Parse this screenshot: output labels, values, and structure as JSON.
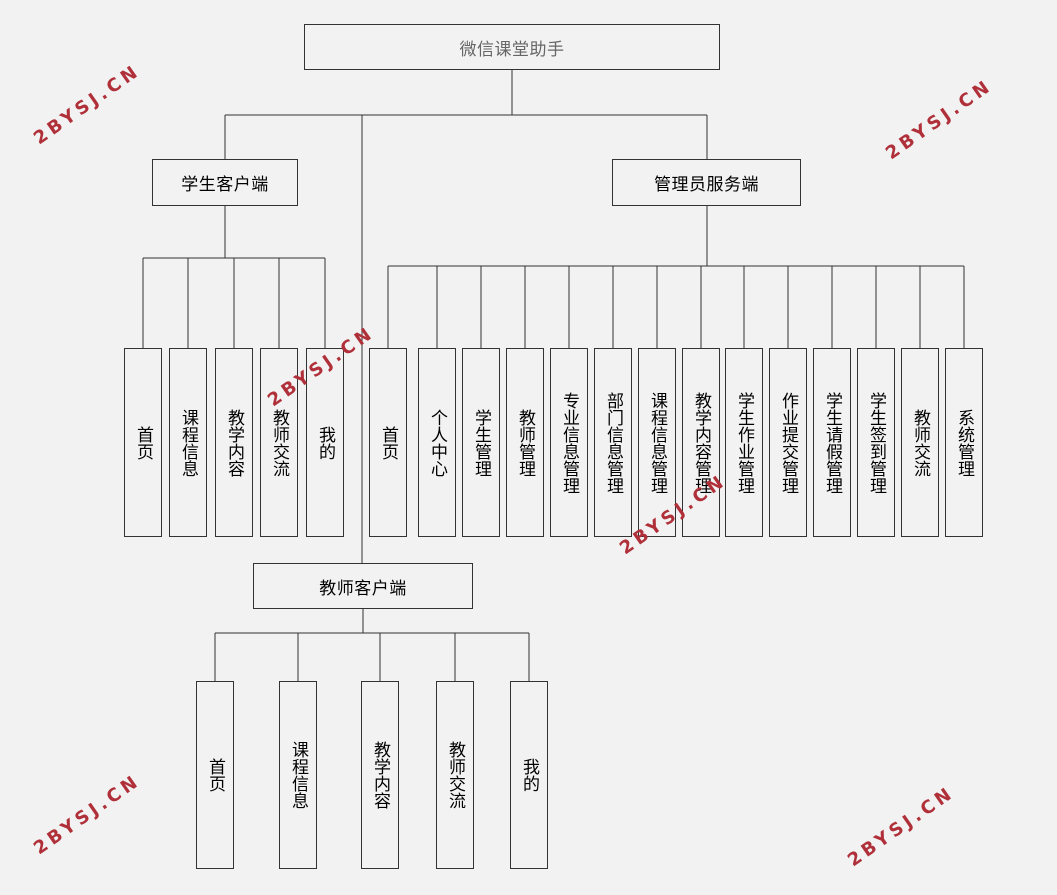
{
  "root": "微信课堂助手",
  "student": {
    "title": "学生客户端",
    "items": [
      "首页",
      "课程信息",
      "教学内容",
      "教师交流",
      "我的"
    ]
  },
  "admin": {
    "title": "管理员服务端",
    "items": [
      "首页",
      "个人中心",
      "学生管理",
      "教师管理",
      "专业信息管理",
      "部门信息管理",
      "课程信息管理",
      "教学内容管理",
      "学生作业管理",
      "作业提交管理",
      "学生请假管理",
      "学生签到管理",
      "教师交流",
      "系统管理"
    ]
  },
  "teacher": {
    "title": "教师客户端",
    "items": [
      "首页",
      "课程信息",
      "教学内容",
      "教师交流",
      "我的"
    ]
  },
  "watermark": "2BYSJ.CN"
}
